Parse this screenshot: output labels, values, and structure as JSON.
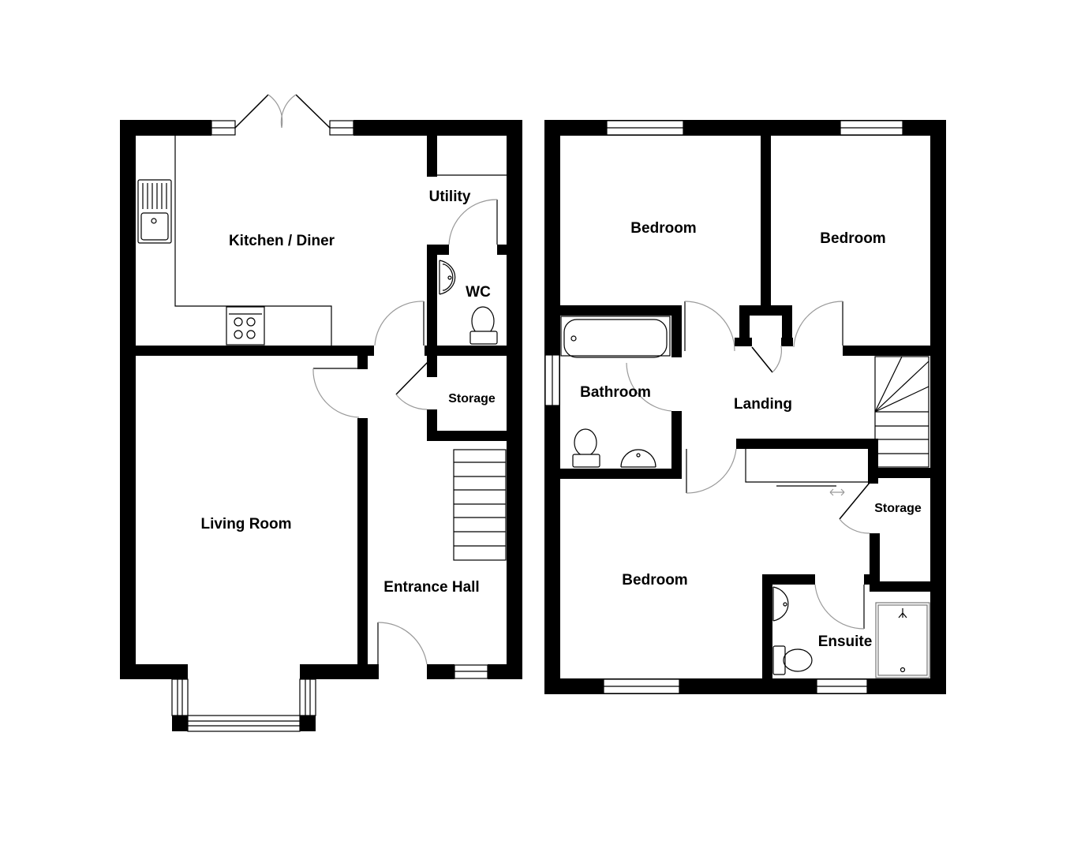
{
  "floors": [
    {
      "name": "ground-floor",
      "rooms": [
        {
          "label": "Kitchen / Diner"
        },
        {
          "label": "Utility"
        },
        {
          "label": "WC"
        },
        {
          "label": "Storage"
        },
        {
          "label": "Living Room"
        },
        {
          "label": "Entrance Hall"
        }
      ]
    },
    {
      "name": "first-floor",
      "rooms": [
        {
          "label": "Bedroom"
        },
        {
          "label": "Bedroom"
        },
        {
          "label": "Bathroom"
        },
        {
          "label": "Landing"
        },
        {
          "label": "Storage"
        },
        {
          "label": "Bedroom"
        },
        {
          "label": "Ensuite"
        }
      ]
    }
  ],
  "colors": {
    "wall": "#000000",
    "background": "#ffffff",
    "door_swing": "#999999"
  }
}
